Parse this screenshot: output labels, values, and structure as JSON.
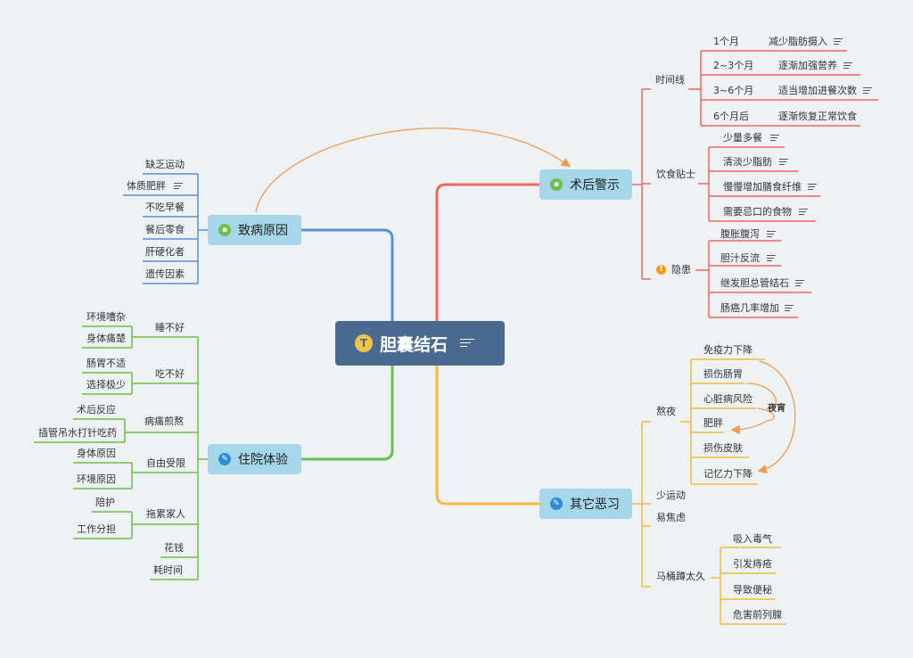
{
  "root": {
    "label": "胆囊结石"
  },
  "branches": {
    "cause": {
      "label": "致病原因",
      "items": [
        "缺乏运动",
        "体质肥胖",
        "不吃早餐",
        "餐后零食",
        "肝硬化者",
        "遗传因素"
      ]
    },
    "hospital": {
      "label": "住院体验",
      "groups": [
        {
          "label": "睡不好",
          "items": [
            "环境嘈杂",
            "身体痛楚"
          ]
        },
        {
          "label": "吃不好",
          "items": [
            "肠胃不适",
            "选择极少"
          ]
        },
        {
          "label": "病痛煎熬",
          "items": [
            "术后反应",
            "插管吊水打针吃药"
          ]
        },
        {
          "label": "自由受限",
          "items": [
            "身体原因",
            "环境原因"
          ]
        },
        {
          "label": "拖累家人",
          "items": [
            "陪护",
            "工作分担"
          ]
        },
        {
          "label": "花钱",
          "items": []
        },
        {
          "label": "耗时间",
          "items": []
        }
      ]
    },
    "postop": {
      "label": "术后警示",
      "timeline": {
        "label": "时间线",
        "items": [
          {
            "when": "1个月",
            "what": "减少脂肪摄入"
          },
          {
            "when": "2~3个月",
            "what": "逐渐加强营养"
          },
          {
            "when": "3~6个月",
            "what": "适当增加进餐次数"
          },
          {
            "when": "6个月后",
            "what": "逐渐恢复正常饮食"
          }
        ]
      },
      "diet": {
        "label": "饮食贴士",
        "items": [
          "少量多餐",
          "清淡少脂肪",
          "慢慢增加膳食纤维",
          "需要忌口的食物"
        ]
      },
      "risk": {
        "label": "隐患",
        "items": [
          "腹胀腹泻",
          "胆汁反流",
          "继发胆总管结石",
          "肠癌几率增加"
        ]
      }
    },
    "habits": {
      "label": "其它恶习",
      "stayup": {
        "label": "熬夜",
        "items": [
          "免疫力下降",
          "损伤肠胃",
          "心脏病风险",
          "肥胖",
          "损伤皮肤",
          "记忆力下降"
        ]
      },
      "items2": [
        "少运动",
        "易焦虑"
      ],
      "toilet": {
        "label": "马桶蹲太久",
        "items": [
          "吸入毒气",
          "引发痔疮",
          "导致便秘",
          "危害前列腺"
        ]
      }
    }
  },
  "annotation": {
    "label": "夜宵"
  },
  "colors": {
    "blue": "#5b8fd6",
    "green": "#6cc04a",
    "red": "#f0665b",
    "yellow": "#f6b93b",
    "orange": "#f39a4f",
    "root": "#4b6a8f",
    "topic": "#a6d6ea"
  }
}
